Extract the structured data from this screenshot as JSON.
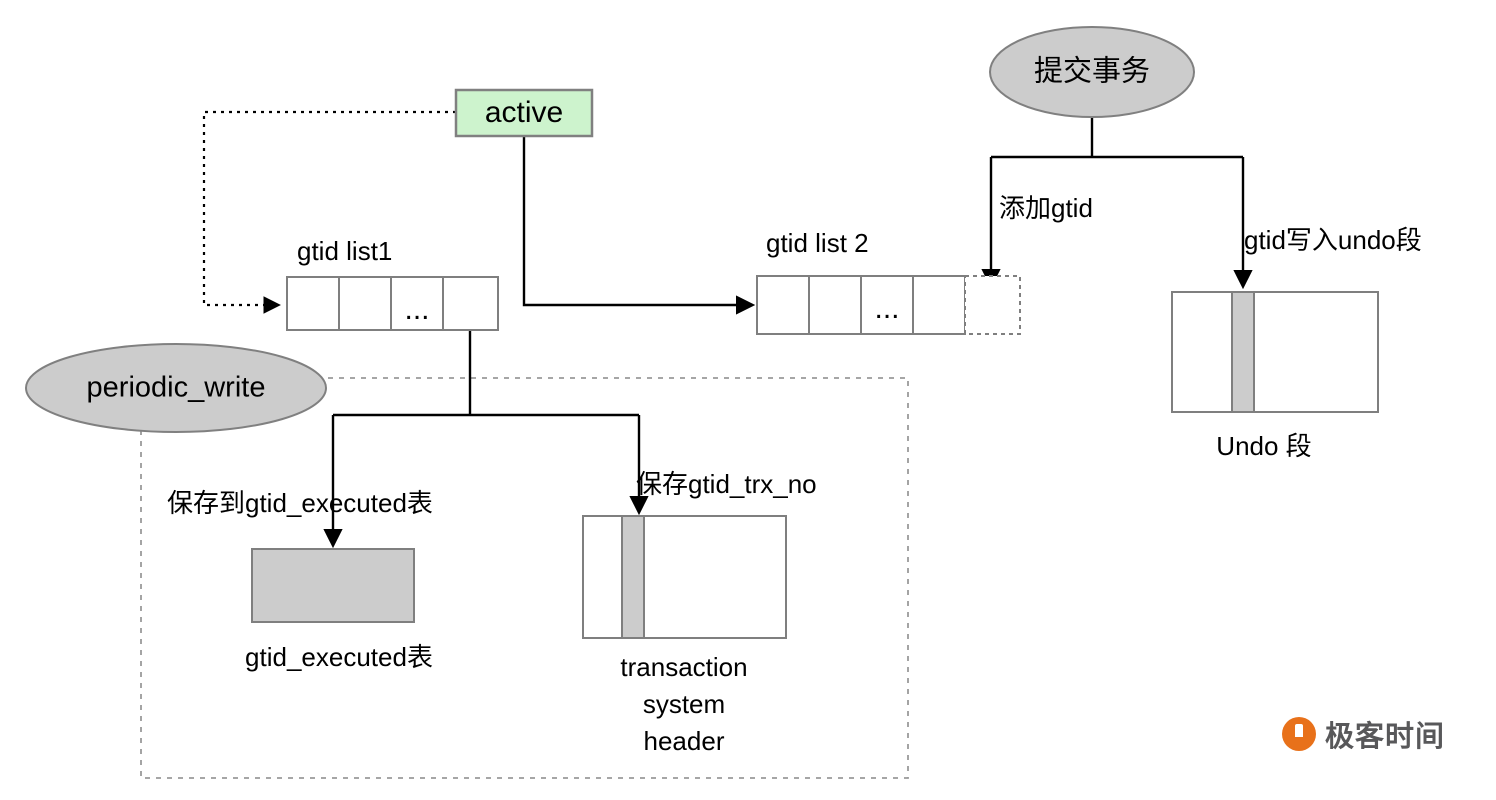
{
  "diagram": {
    "title": "MySQL GTID persistence flow",
    "colors": {
      "active_fill": "#cdf3cd",
      "ellipse_fill": "#cccccc",
      "gray_fill": "#cccccc",
      "border": "#7f7f7f",
      "edge": "#000000",
      "region_border": "#9a9a9a",
      "watermark_orange": "#e8711a",
      "watermark_text": "#58585a"
    },
    "nodes": {
      "active": {
        "label": "active"
      },
      "commit_transaction": {
        "label": "提交事务"
      },
      "periodic_write": {
        "label": "periodic_write"
      },
      "gtid_list1": {
        "label": "gtid list1",
        "cells": [
          "",
          "",
          "...",
          ""
        ]
      },
      "gtid_list2": {
        "label": "gtid list 2",
        "cells": [
          "",
          "",
          "...",
          ""
        ],
        "pending_cell": ""
      },
      "undo_segment": {
        "label": "Undo 段"
      },
      "gtid_executed_table": {
        "label": "gtid_executed表"
      },
      "transaction_system_header": {
        "label_line1": "transaction",
        "label_line2": "system",
        "label_line3": "header"
      }
    },
    "edges": {
      "add_gtid": {
        "label": "添加gtid"
      },
      "gtid_to_undo": {
        "label": "gtid写入undo段"
      },
      "save_to_gtid_executed": {
        "label": "保存到gtid_executed表"
      },
      "save_gtid_trx_no": {
        "label": "保存gtid_trx_no"
      }
    },
    "watermark": {
      "text": "极客时间"
    }
  }
}
